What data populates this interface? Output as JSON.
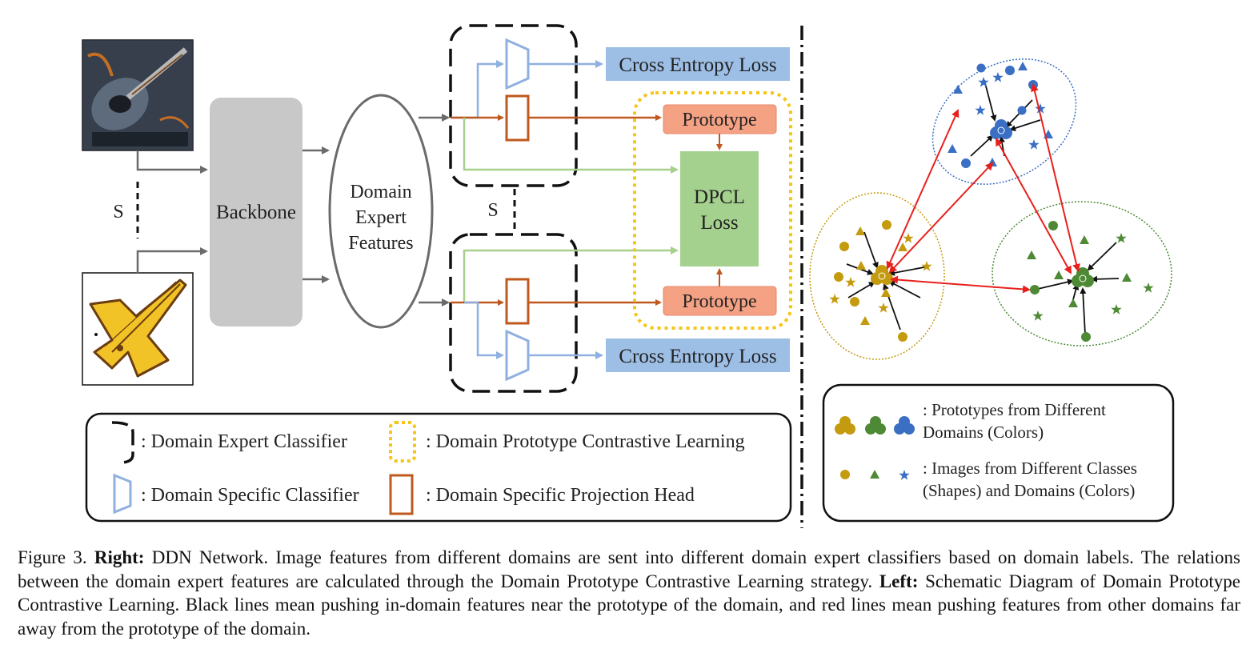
{
  "diagram": {
    "share_label_left": "S",
    "share_label_middle": "S",
    "backbone_label": "Backbone",
    "expert_features_lines": [
      "Domain",
      "Expert",
      "Features"
    ],
    "ce_loss_top": "Cross Entropy Loss",
    "ce_loss_bottom": "Cross Entropy Loss",
    "prototype_top": "Prototype",
    "prototype_bottom": "Prototype",
    "dpcl_lines": [
      "DPCL",
      "Loss"
    ],
    "colors": {
      "gray_arrow": "#6b6b6b",
      "blue_arrow": "#8fb0e0",
      "orange_arrow": "#c0591d",
      "green_arrow": "#a8d08d",
      "ce_box": "#9dbfe6",
      "prototype_box": "#f4a184",
      "dpcl_box": "#a5d18e",
      "dpcl_dotted": "#f5c518",
      "backbone": "#c8c8c8",
      "red_arrow": "#e8201c",
      "domain_yellow": "#c49a0e",
      "domain_green": "#4e8a35",
      "domain_blue": "#3a6fc4"
    }
  },
  "legend_left": {
    "expert_classifier": ": Domain Expert Classifier",
    "prototype_cl": ": Domain Prototype Contrastive Learning",
    "specific_classifier": ": Domain Specific Classifier",
    "projection_head": ": Domain Specific Projection Head"
  },
  "legend_right": {
    "prototypes_lines": [
      ": Prototypes from Different",
      "Domains (Colors)"
    ],
    "images_lines": [
      ": Images from Different Classes",
      "(Shapes) and Domains (Colors)"
    ]
  },
  "icons": [
    "guitar-painting-image",
    "guitar-cartoon-image",
    "trapezoid-classifier-icon",
    "projection-head-icon",
    "prototype-cluster-icon",
    "circle-icon",
    "triangle-icon",
    "star-icon"
  ],
  "caption": {
    "prefix": "Figure 3. ",
    "right_label": "Right:",
    "right_text": " DDN Network. Image features from different domains are sent into different domain expert classifiers based on domain labels. The relations between the domain expert features are calculated through the Domain Prototype Contrastive Learning strategy. ",
    "left_label": "Left:",
    "left_text": " Schematic Diagram of Domain Prototype Contrastive Learning. Black lines mean pushing in-domain features near the prototype of the domain, and red lines mean pushing features from other domains far away from the prototype of the domain."
  }
}
